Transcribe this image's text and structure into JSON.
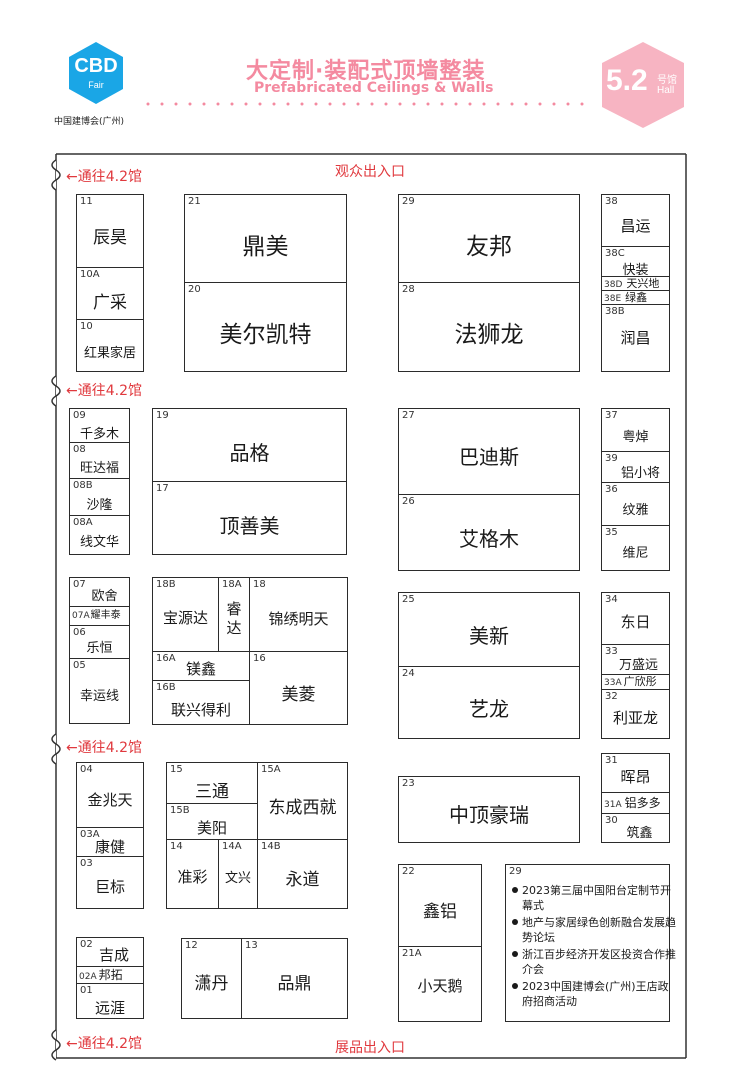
{
  "header": {
    "logo_text": "CBD",
    "logo_sub": "Fair",
    "org_name": "中国建博会(广州)",
    "title_cn": "大定制·装配式顶墙整装",
    "title_en": "Prefabricated Ceilings & Walls",
    "hall_number": "5.2",
    "hall_cn": "号馆",
    "hall_en": "Hall",
    "colors": {
      "accent": "#f48aa0",
      "hall_bg": "#f7b4c2",
      "logo_blue": "#1aa6e6",
      "entrance_red": "#e0393e"
    }
  },
  "labels": {
    "to_42": "←通往4.2馆",
    "visitor_entrance": "观众出入口",
    "exhibit_entrance": "展品出入口"
  },
  "booths": {
    "b11": {
      "num": "11",
      "name": "辰昊"
    },
    "b10a": {
      "num": "10A",
      "name": "广采"
    },
    "b10": {
      "num": "10",
      "name": "红果家居"
    },
    "b21": {
      "num": "21",
      "name": "鼎美"
    },
    "b20": {
      "num": "20",
      "name": "美尔凯特"
    },
    "b29": {
      "num": "29",
      "name": "友邦"
    },
    "b28": {
      "num": "28",
      "name": "法狮龙"
    },
    "b38": {
      "num": "38",
      "name": "昌运"
    },
    "b38c": {
      "num": "38C",
      "name": "快装"
    },
    "b38d": {
      "num": "38D",
      "name": "天兴地"
    },
    "b38e": {
      "num": "38E",
      "name": "绿鑫"
    },
    "b38b": {
      "num": "38B",
      "name": "润昌"
    },
    "b09": {
      "num": "09",
      "name": "千多木"
    },
    "b08": {
      "num": "08",
      "name": "旺达福"
    },
    "b08b": {
      "num": "08B",
      "name": "沙隆"
    },
    "b08a": {
      "num": "08A",
      "name": "线文华"
    },
    "b19": {
      "num": "19",
      "name": "品格"
    },
    "b17": {
      "num": "17",
      "name": "顶善美"
    },
    "b27": {
      "num": "27",
      "name": "巴迪斯"
    },
    "b26": {
      "num": "26",
      "name": "艾格木"
    },
    "b37": {
      "num": "37",
      "name": "粤焯"
    },
    "b39": {
      "num": "39",
      "name": "铝小将"
    },
    "b36": {
      "num": "36",
      "name": "纹雅"
    },
    "b35": {
      "num": "35",
      "name": "维尼"
    },
    "b07": {
      "num": "07",
      "name": "欧舍"
    },
    "b07a": {
      "num": "07A",
      "name": "耀丰泰"
    },
    "b06": {
      "num": "06",
      "name": "乐恒"
    },
    "b05": {
      "num": "05",
      "name": "幸运线"
    },
    "b18b": {
      "num": "18B",
      "name": "宝源达"
    },
    "b18a": {
      "num": "18A",
      "name": "睿达"
    },
    "b18": {
      "num": "18",
      "name": "锦绣明天"
    },
    "b16a": {
      "num": "16A",
      "name": "镁鑫"
    },
    "b16b": {
      "num": "16B",
      "name": "联兴得利"
    },
    "b16": {
      "num": "16",
      "name": "美菱"
    },
    "b25": {
      "num": "25",
      "name": "美新"
    },
    "b24": {
      "num": "24",
      "name": "艺龙"
    },
    "b34": {
      "num": "34",
      "name": "东日"
    },
    "b33": {
      "num": "33",
      "name": "万盛远"
    },
    "b33a": {
      "num": "33A",
      "name": "广欣彤"
    },
    "b32": {
      "num": "32",
      "name": "利亚龙"
    },
    "b04": {
      "num": "04",
      "name": "金兆天"
    },
    "b03a": {
      "num": "03A",
      "name": "康健"
    },
    "b03": {
      "num": "03",
      "name": "巨标"
    },
    "b15": {
      "num": "15",
      "name": "三通"
    },
    "b15b": {
      "num": "15B",
      "name": "美阳"
    },
    "b15a": {
      "num": "15A",
      "name": "东成西就"
    },
    "b14": {
      "num": "14",
      "name": "准彩"
    },
    "b14a": {
      "num": "14A",
      "name": "文兴"
    },
    "b14b": {
      "num": "14B",
      "name": "永道"
    },
    "b23": {
      "num": "23",
      "name": "中顶豪瑞"
    },
    "b31": {
      "num": "31",
      "name": "晖昂"
    },
    "b31a": {
      "num": "31A",
      "name": "铝多多"
    },
    "b30": {
      "num": "30",
      "name": "筑鑫"
    },
    "b02": {
      "num": "02",
      "name": "吉成"
    },
    "b02a": {
      "num": "02A",
      "name": "邦拓"
    },
    "b01": {
      "num": "01",
      "name": "远涯"
    },
    "b12": {
      "num": "12",
      "name": "潇丹"
    },
    "b13": {
      "num": "13",
      "name": "品鼎"
    },
    "b22": {
      "num": "22",
      "name": "鑫铝"
    },
    "b21a": {
      "num": "21A",
      "name": "小天鹅"
    }
  },
  "events": {
    "num": "29",
    "items": [
      "2023第三届中国阳台定制节开幕式",
      "地产与家居绿色创新融合发展趋势论坛",
      "浙江百步经济开发区投资合作推介会",
      "2023中国建博会(广州)王店政府招商活动"
    ]
  }
}
